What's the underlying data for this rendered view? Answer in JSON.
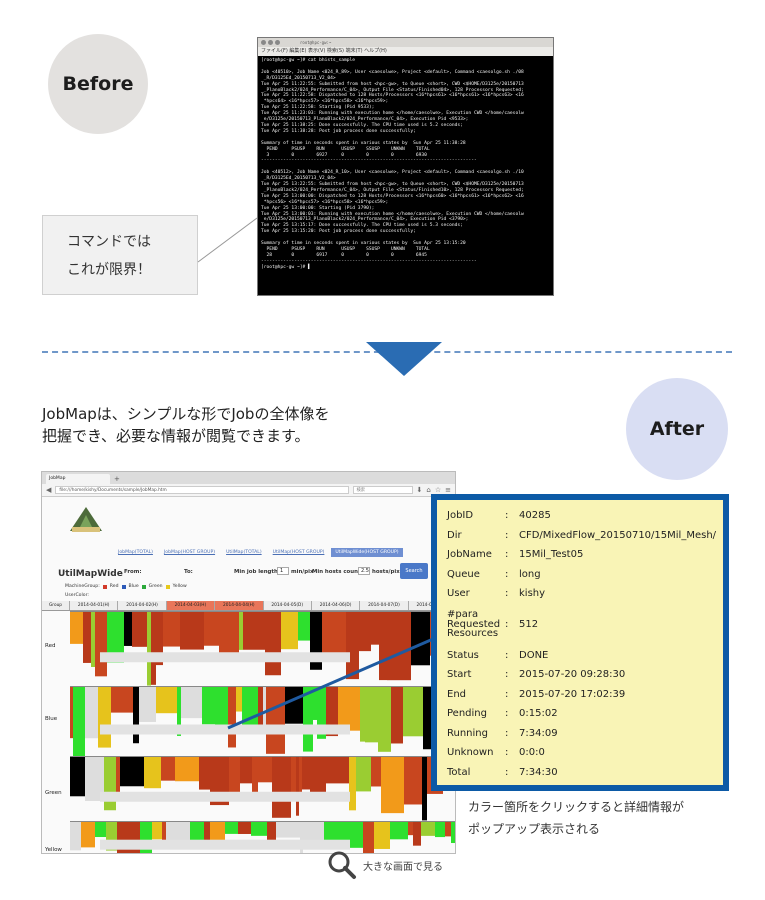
{
  "badges": {
    "before": "Before",
    "after": "After"
  },
  "terminal": {
    "title": "root@hpc-gw:~",
    "menu": "ファイル(F)  編集(E)  表示(V)  検索(S)  端末(T)  ヘルプ(H)",
    "lines": [
      "[root@hpc-gw ~]# cat bhists_sample",
      "",
      "Job <40510>, Job Name <024_R_89>, User <caesolwe>, Project <default>, Command <caesolgo.sh ./08",
      " _R/D3125Ed_20150713_V2_04>",
      "Tue Apr 25 11:22:55: Submitted from host <hpc-gw>, to Queue <short>, CWD <$HOME/D3125e/20150713",
      " _PlanoBlack2/024_Performance/C_04>, Output File <Status/Finished04>, 128 Processors Requested;",
      "Tue Apr 25 11:22:58: Dispatched to 128 Hosts/Processors <16*hpcs61> <16*hpcs61> <16*hpcs63> <16",
      " *hpcs64> <16*hpcs57> <16*hpcs58> <16*hpcs59>;",
      "Tue Apr 25 11:22:58: Starting (Pid 9533);",
      "Tue Apr 25 11:23:03: Running with execution home </home/caesolwe>, Execution CWD </home/caesolw",
      " e/D3125e/20150713_PlanoBlack2/024_Performance/C_04>, Execution Pid <9533>;",
      "Tue Apr 25 11:38:25: Done successfully. The CPU time used is 5.2 seconds;",
      "Tue Apr 25 11:38:28: Post job process done successfully;",
      "",
      "Summary of time in seconds spent in various states by  Sun Apr 25 11:38:28",
      "  PEND     PSUSP    RUN      USUSP    SSUSP    UNKWN    TOTAL",
      "  3        0        6927     0        0        0        6930",
      "------------------------------------------------------------------------------",
      "",
      "Job <40512>, Job Name <024_R_10>, User <caesolwe>, Project <default>, Command <caesolgo.sh ./10",
      " _R/D3125Ed_20150713_V2_04>",
      "Tue Apr 25 13:22:55: Submitted from host <hpc-gw>, to Queue <short>, CWD <$HOME/D3125e/20150713",
      " _PlanoBlack2/024_Performance/C_04>, Output File <Status/Finished10>, 128 Processors Requested;",
      "Tue Apr 25 13:00:00: Dispatched to 128 Hosts/Processors <16*hpcs60> <16*hpcs61> <16*hpcs62> <16",
      " *hpcs56> <16*hpcs57> <16*hpcs58> <16*hpcs59>;",
      "Tue Apr 25 13:00:00: Starting (Pid 3790);",
      "Tue Apr 25 13:00:03: Running with execution home </home/caesolwe>, Execution CWD </home/caesolw",
      " e/D3125e/20150713_PlanoBlack2/024_Performance/C_04>, Execution Pid <3790>;",
      "Tue Apr 25 13:15:17: Done successfully. The CPU time used is 5.3 seconds;",
      "Tue Apr 25 13:15:20: Post job process done successfully;",
      "",
      "Summary of time in seconds spent in various states by  Sun Apr 25 13:15:20",
      "  PEND     PSUSP    RUN      USUSP    SSUSP    UNKWN    TOTAL",
      "  28       0        6917     0        0        0        6945",
      "------------------------------------------------------------------------------",
      "[root@hpc-gw ~]# ▌"
    ]
  },
  "callout_before": {
    "line1": "コマンドでは",
    "line2": "これが限界！"
  },
  "after_desc": {
    "line1": "JobMapは、シンプルな形でJobの全体像を",
    "line2": "把握でき、必要な情報が閲覧できます。"
  },
  "browser": {
    "tab_label": "JobMap",
    "url": "file:///home/kishy/Documents/sample/JobMap.htm",
    "search_placeholder": "検索",
    "nav_tabs": [
      "JobMap(TOTAL)",
      "JobMap(HOST GROUP)",
      "UtilMap(TOTAL)",
      "UtilMap(HOST GROUP)",
      "UtilMapWide(HOST GROUP)"
    ],
    "active_tab_index": 4,
    "title": "UtilMapWide",
    "from_label": "From:",
    "to_label": "To:",
    "min_job_length_label": "Min job length:",
    "min_job_length_value": "1",
    "min_job_length_unit": "min/pix",
    "min_hosts_label": "Min hosts count:",
    "min_hosts_value": "2.5",
    "min_hosts_unit": "hosts/pix",
    "search_button": "Search",
    "machine_group_label": "MachineGroup:",
    "machine_groups": [
      {
        "name": "Red",
        "color": "#d23a2a"
      },
      {
        "name": "Blue",
        "color": "#2c5ab8"
      },
      {
        "name": "Green",
        "color": "#2aa83a"
      },
      {
        "name": "Yellow",
        "color": "#e6c91c"
      }
    ],
    "user_color_label": "UserColor:",
    "group_header": "Group",
    "dates": [
      "2014-04-01(H)",
      "2014-04-02(H)",
      "2014-04-03(H)",
      "2014-04-04(H)",
      "2014-04-05(D)",
      "2014-04-06(D)",
      "2014-04-07(D)",
      "2014-04-08(D)"
    ],
    "groups": [
      "Red",
      "Blue",
      "Green",
      "Yellow"
    ]
  },
  "popup": {
    "rows": [
      {
        "key": "JobID",
        "value": "40285"
      },
      {
        "key": "Dir",
        "value": "CFD/MixedFlow_20150710/15Mil_Mesh/"
      },
      {
        "key": "JobName",
        "value": "15Mil_Test05"
      },
      {
        "key": "Queue",
        "value": "long"
      },
      {
        "key": "User",
        "value": "kishy"
      },
      {
        "key": "#para\nRequested\nResources",
        "value": "512"
      },
      {
        "key": "Status",
        "value": "DONE"
      },
      {
        "key": "Start",
        "value": "2015-07-20 09:28:30"
      },
      {
        "key": "End",
        "value": "2015-07-20 17:02:39"
      },
      {
        "key": "Pending",
        "value": "0:15:02"
      },
      {
        "key": "Running",
        "value": "7:34:09"
      },
      {
        "key": "Unknown",
        "value": "0:0:0"
      },
      {
        "key": "Total",
        "value": "7:34:30"
      }
    ]
  },
  "after_caption": {
    "line1": "カラー箇所をクリックすると詳細情報が",
    "line2": "ポップアップ表示される"
  },
  "zoom": {
    "label": "大きな画面で見る"
  }
}
